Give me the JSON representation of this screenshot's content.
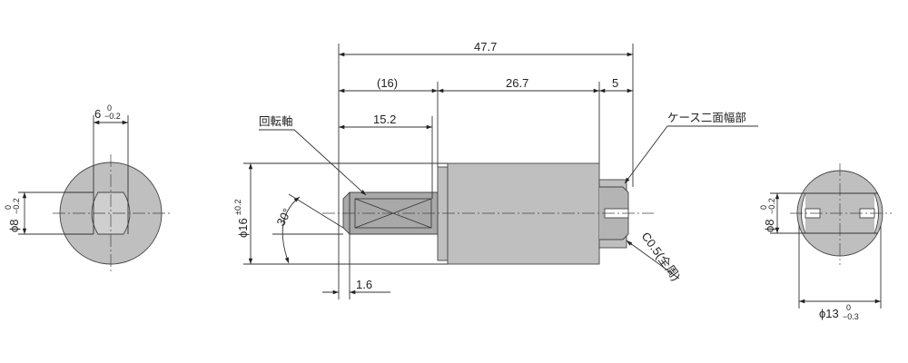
{
  "dimensions": {
    "total_length": "47.7",
    "shaft_ref": "(16)",
    "body_length": "26.7",
    "case_flat_length": "5",
    "flat_length": "15.2",
    "chamfer_width": "1.6",
    "body_diameter": "ϕ16",
    "body_diameter_tol": "±0.2",
    "chamfer_angle": "30°",
    "chamfer_note": "C0.5(全周)"
  },
  "left_view": {
    "width_dim": "6",
    "width_tol_upper": "0",
    "width_tol_lower": "−0.2",
    "dia_dim": "ϕ8",
    "dia_tol_upper": "0",
    "dia_tol_lower": "−0.2"
  },
  "right_view": {
    "dia_dim": "ϕ8",
    "dia_tol_upper": "0",
    "dia_tol_lower": "−0.2",
    "outer_dia_dim": "ϕ13",
    "outer_tol_upper": "0",
    "outer_tol_lower": "−0.3"
  },
  "callouts": {
    "rotating_shaft": "回転軸",
    "case_flat": "ケース二面幅部"
  }
}
